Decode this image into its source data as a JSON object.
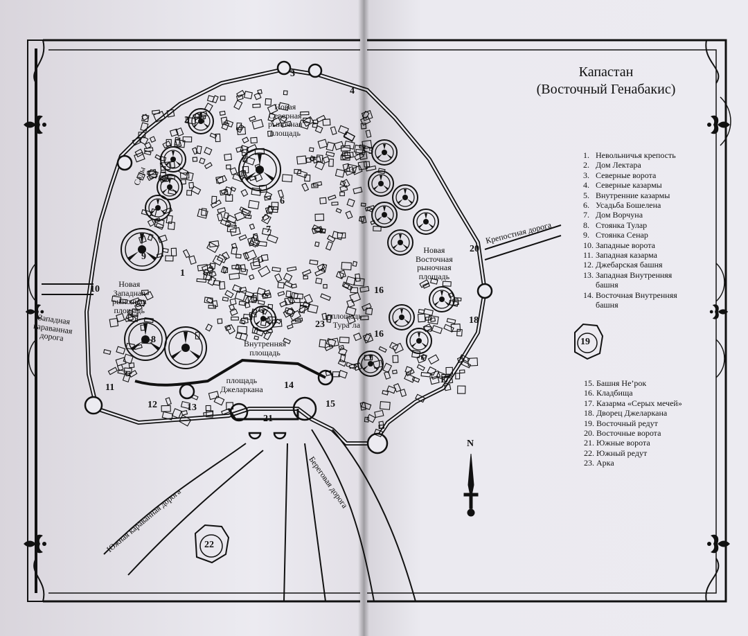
{
  "title": {
    "line1": "Капастан",
    "line2": "(Восточный Генабакис)"
  },
  "legend_top": [
    {
      "no": "1.",
      "text": "Невольничья крепость"
    },
    {
      "no": "2.",
      "text": "Дом Лектара"
    },
    {
      "no": "3.",
      "text": "Северные ворота"
    },
    {
      "no": "4.",
      "text": "Северные казармы"
    },
    {
      "no": "5.",
      "text": "Внутренние казармы"
    },
    {
      "no": "6.",
      "text": "Усадьба Бошелена"
    },
    {
      "no": "7.",
      "text": "Дом Ворчуна"
    },
    {
      "no": "8.",
      "text": "Стоянка Тулар"
    },
    {
      "no": "9.",
      "text": "Стоянка  Сенар"
    },
    {
      "no": "10.",
      "text": "Западные ворота"
    },
    {
      "no": "11.",
      "text": "Западная казарма"
    },
    {
      "no": "12.",
      "text": "Джебарская башня"
    },
    {
      "no": "13.",
      "text": "Западная Внутренняя"
    },
    {
      "no": "",
      "text": "башня"
    },
    {
      "no": "14.",
      "text": "Восточная Внутренняя"
    },
    {
      "no": "",
      "text": "башня"
    }
  ],
  "legend_bottom": [
    {
      "no": "15.",
      "text": "Башня Не’рок"
    },
    {
      "no": "16.",
      "text": "Кладбища"
    },
    {
      "no": "17.",
      "text": "Казарма «Серых мечей»"
    },
    {
      "no": "18.",
      "text": "Дворец Джеларкана"
    },
    {
      "no": "19.",
      "text": "Восточный редут"
    },
    {
      "no": "20.",
      "text": "Восточные ворота"
    },
    {
      "no": "21.",
      "text": "Южные ворота"
    },
    {
      "no": "22.",
      "text": "Южный редут"
    },
    {
      "no": "23.",
      "text": "Арка"
    }
  ],
  "map_labels": {
    "north_market": [
      "Новая",
      "Северная",
      "рыночная",
      "площадь"
    ],
    "west_market": [
      "Новая",
      "Западная",
      "рыночная",
      "площадь"
    ],
    "east_market": [
      "Новая",
      "Восточная",
      "рыночная",
      "площадь"
    ],
    "inner_square": [
      "Внутренняя",
      "площадь"
    ],
    "jelarkan_square": [
      "площадь",
      "Джеларкана"
    ],
    "tural_square": [
      "площадь",
      "Тура’ла"
    ],
    "gardens": "Сады",
    "west_caravan_road": [
      "Западная",
      "караванная",
      "дорога"
    ],
    "fortress_road": "Крепостная дорога",
    "south_caravan_road": "Южная караванная дорога",
    "coast_road": "Береговая дорога",
    "compass_n": "N"
  },
  "map_numbers": [
    "1",
    "2",
    "3",
    "4",
    "5",
    "6",
    "7",
    "8",
    "9",
    "10",
    "11",
    "12",
    "13",
    "14",
    "15",
    "16",
    "16",
    "17",
    "18",
    "19",
    "20",
    "21",
    "22",
    "23"
  ],
  "colors": {
    "ink": "#111111",
    "paper": "#ecebf1"
  }
}
